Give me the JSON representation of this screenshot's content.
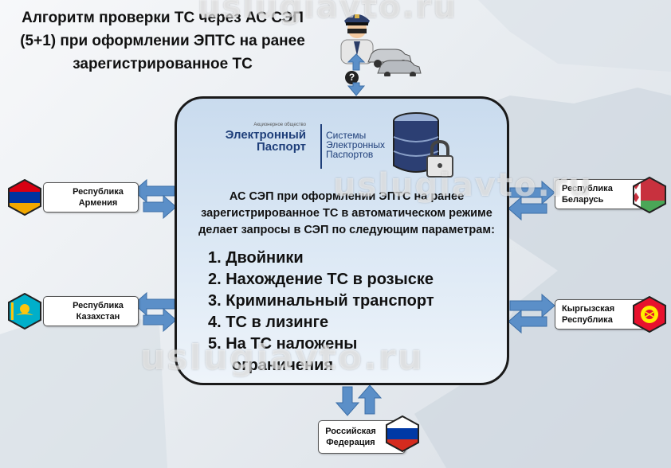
{
  "title": {
    "line1": "Алгоритм проверки ТС через АС СЭП",
    "line2": "(5+1) при оформлении ЭПТС на ранее",
    "line3": "зарегистрированное ТС"
  },
  "watermark": "uslugiavto.ru",
  "help_glyph": "?",
  "logo": {
    "small": "Акционерное общество",
    "line1": "Электронный",
    "line2": "Паспорт",
    "right1": "Системы",
    "right2": "Электронных",
    "right3": "Паспортов"
  },
  "description": {
    "line1": "АС СЭП при оформлении ЭПТС на ранее",
    "line2": "зарегистрированное ТС в автоматическом режиме",
    "line3": "делает запросы в СЭП по следующим параметрам:"
  },
  "checks": [
    "1. Двойники",
    "2. Нахождение ТС в розыске",
    "3. Криминальный транспорт",
    "4. ТС в лизинге",
    "5. На ТС наложены"
  ],
  "checks_continuation": "ограничения",
  "countries": {
    "armenia": {
      "line1": "Республика",
      "line2": "Армения"
    },
    "kazakhstan": {
      "line1": "Республика",
      "line2": "Казахстан"
    },
    "belarus": {
      "line1": "Республика",
      "line2": "Беларусь"
    },
    "kyrgyzstan": {
      "line1": "Кыргызская",
      "line2": "Республика"
    },
    "russia": {
      "line1": "Российская",
      "line2": "Федерация"
    }
  },
  "colors": {
    "arrow": "#5b8fc8",
    "box_border": "#1a1a1a",
    "logo_blue": "#1f3f7a"
  }
}
